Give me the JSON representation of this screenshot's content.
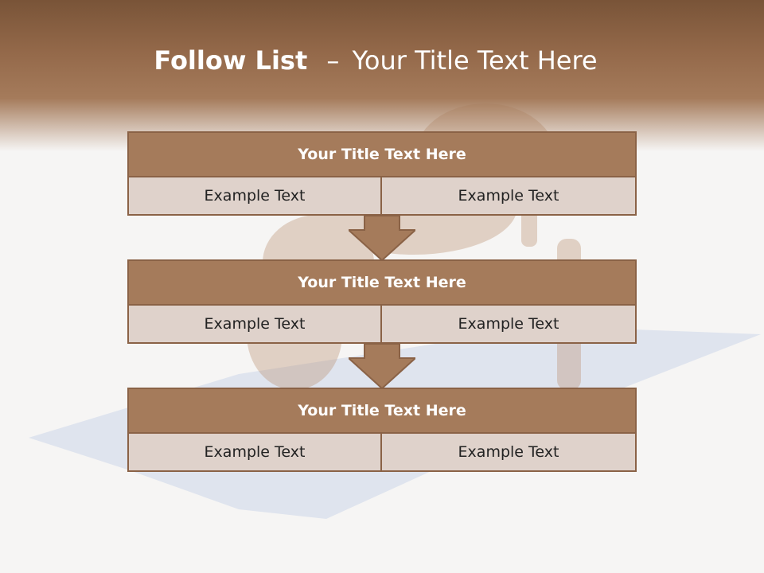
{
  "slide": {
    "title_bold": "Follow List",
    "title_separator": "–",
    "title_rest": "Your Title Text Here"
  },
  "blocks": [
    {
      "title": "Your Title Text Here",
      "left": "Example Text",
      "right": "Example Text"
    },
    {
      "title": "Your Title Text Here",
      "left": "Example Text",
      "right": "Example Text"
    },
    {
      "title": "Your Title Text Here",
      "left": "Example Text",
      "right": "Example Text"
    }
  ],
  "icons": [
    "down-arrow-icon",
    "down-arrow-icon"
  ],
  "colors": {
    "accent": "#a57b5b",
    "accent_dark": "#8a6246",
    "cell_fill": "#dfd2cb",
    "mat": "#dfe4ee"
  }
}
